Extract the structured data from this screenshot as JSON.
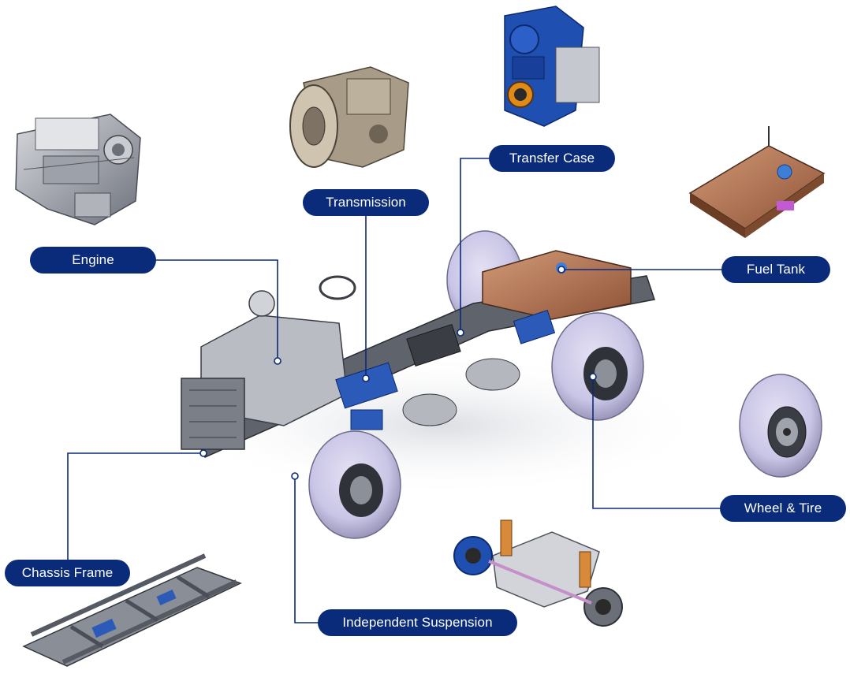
{
  "labels": {
    "transfer_case": "Transfer Case",
    "transmission": "Transmission",
    "engine": "Engine",
    "fuel_tank": "Fuel Tank",
    "wheel_tire": "Wheel & Tire",
    "chassis_frame": "Chassis Frame",
    "independent_suspension": "Independent Suspension"
  },
  "colors": {
    "pill_fill": "#0a2a7a",
    "pill_text": "#ffffff",
    "leader_line": "#0a2a7a",
    "transfer_case_blue": "#1f4fb0",
    "fuel_tank_copper": "#b5714a",
    "tire_lavender": "#c9c5e6"
  },
  "icons": [
    "engine-illustration",
    "transmission-illustration",
    "transfer-case-illustration",
    "fuel-tank-illustration",
    "wheel-tire-illustration",
    "chassis-frame-illustration",
    "independent-suspension-illustration",
    "vehicle-chassis-illustration"
  ]
}
